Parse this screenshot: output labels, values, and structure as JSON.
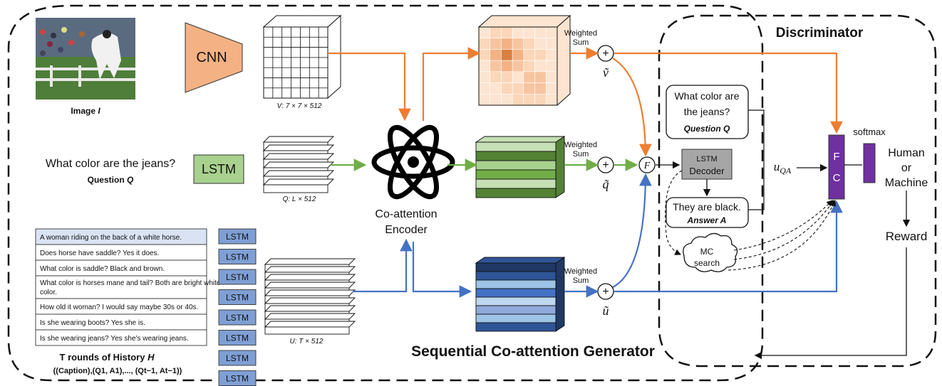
{
  "image_label": "Image",
  "image_label_var": "I",
  "cnn_label": "CNN",
  "v_dim": "V: 7 × 7 × 512",
  "question_text": "What color are the jeans?",
  "question_label": "Question",
  "question_label_var": "Q",
  "lstm_label": "LSTM",
  "q_dim": "Q: L × 512",
  "u_dim": "U: T × 512",
  "history_items": [
    "A woman riding on the back of a white horse.",
    "Does horse have saddle? Yes it does.",
    "What color is saddle? Black and brown.",
    "What color is horses mane and tail? Both are bright white color.",
    "How old it woman? I would say maybe 30s or 40s.",
    "Is she wearing boots? Yes she is.",
    "Is she wearing jeans? Yes she's wearing jeans."
  ],
  "history_title": "T rounds of History",
  "history_title_var": "H",
  "history_subtitle": "((Caption),(Q1, A1),..., (Qt−1, At−1))",
  "coattention_line1": "Co-attention",
  "coattention_line2": "Encoder",
  "weighted_sum_line1": "Weighted",
  "weighted_sum_line2": "Sum",
  "plus_symbol": "+",
  "v_tilde": "ṽ",
  "q_tilde": "q̃",
  "u_tilde": "ũ",
  "fusion_symbol": "F",
  "generator_title": "Sequential Co-attention Generator",
  "discriminator_title": "Discriminator",
  "disc_question_line1": "What color are",
  "disc_question_line2": "the jeans?",
  "disc_question_label": "Question Q",
  "lstm_decoder_line1": "LSTM",
  "lstm_decoder_line2": "Decoder",
  "answer_text": "They are black.",
  "answer_label": "Answer A",
  "mc_line1": "MC",
  "mc_line2": "search",
  "u_qa_label": "u",
  "u_qa_sub": "QA",
  "fc_line1": "F",
  "fc_line2": "C",
  "softmax_label": "softmax",
  "output_line1": "Human",
  "output_line2": "or",
  "output_line3": "Machine",
  "reward_label": "Reward",
  "colors": {
    "orange": "#ed7d31",
    "green": "#70ad47",
    "blue": "#4472c4",
    "lstm_green": "#a9d18e",
    "lstm_blue": "#7f9fd4",
    "cnn_orange": "#f4b183",
    "fc_purple": "#7030a0",
    "decoder_gray": "#a6a6a6"
  }
}
